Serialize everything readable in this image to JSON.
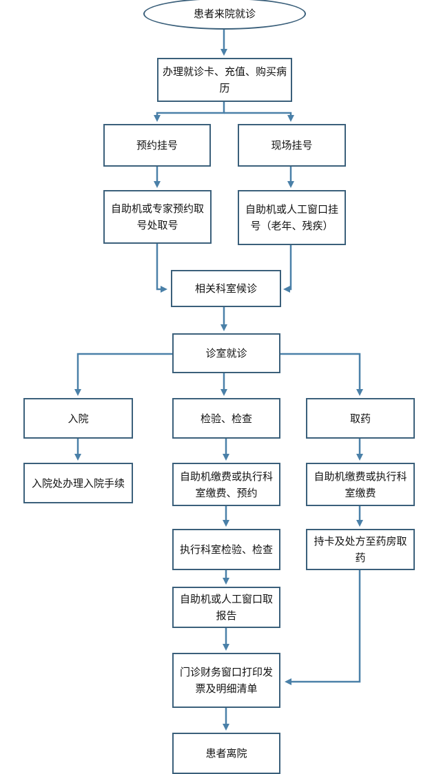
{
  "nodes": {
    "arrive": "患者来院就诊",
    "card": "办理就诊卡、充值、购买病历",
    "appointment": "预约挂号",
    "onsite": "现场挂号",
    "self_service_pickup": "自助机或专家预约取号处取号",
    "self_service_register": "自助机或人工窗口挂号（老年、残疾）",
    "waiting": "相关科室候诊",
    "consultation": "诊室就诊",
    "admission": "入院",
    "examination": "检验、检查",
    "medicine": "取药",
    "admission_procedure": "入院处办理入院手续",
    "exam_payment": "自助机缴费或执行科室缴费、预约",
    "med_payment": "自助机缴费或执行科室缴费",
    "exec_exam": "执行科室检验、检查",
    "med_pickup": "持卡及处方至药房取药",
    "report": "自助机或人工窗口取报告",
    "invoice": "门诊财务窗口打印发票及明细清单",
    "leave": "患者离院"
  },
  "colors": {
    "edge": "#4a80a8",
    "border": "#3a5f7a"
  }
}
